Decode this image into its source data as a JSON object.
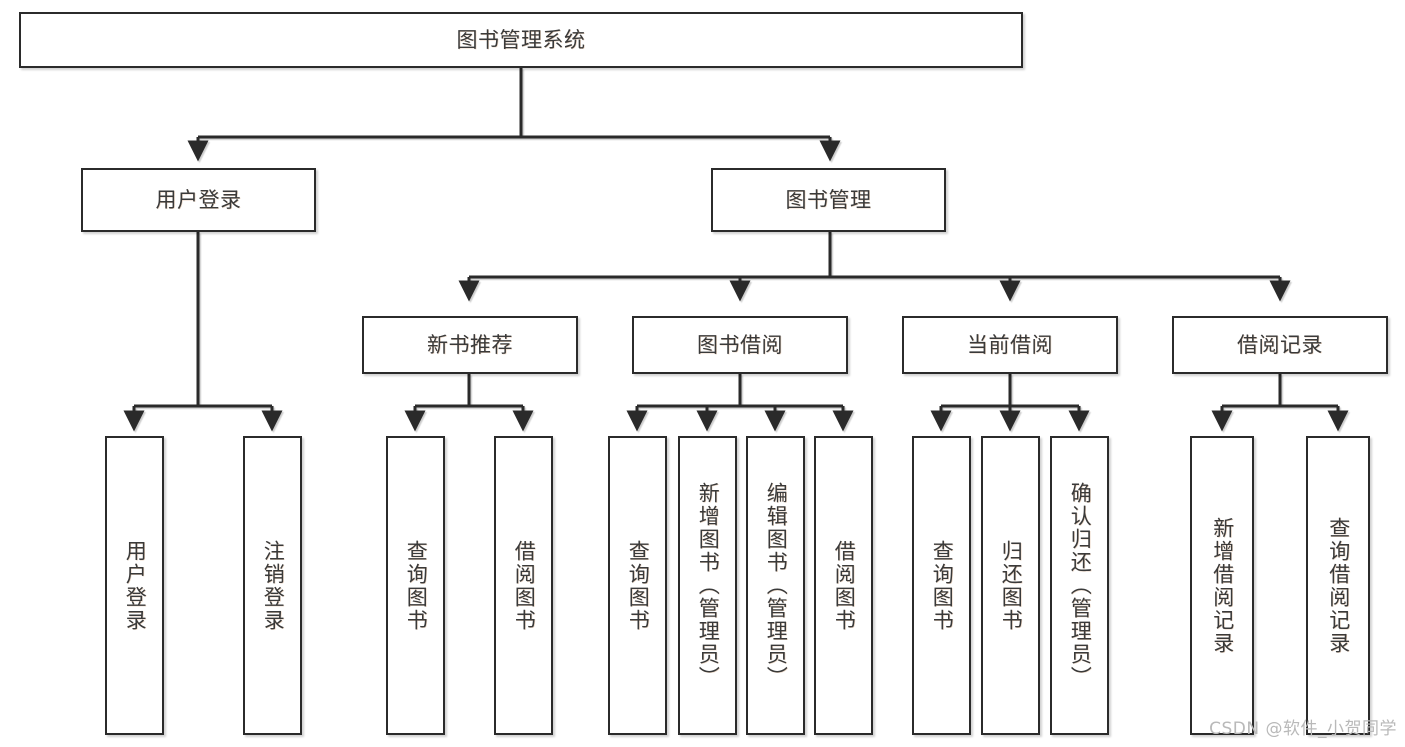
{
  "diagram": {
    "title": "图书管理系统",
    "type": "tree",
    "watermark": "CSDN @软件_小贺同学",
    "colors": {
      "node_border": "#2b2b2b",
      "node_fill": "#ffffff",
      "edge": "#2b2b2b",
      "text": "#3a3a3a",
      "watermark": "#b9b9b9",
      "background": "#ffffff"
    }
  },
  "nodes": {
    "root": {
      "label": "图书管理系统",
      "level": 1
    },
    "l2": [
      {
        "id": "user-login",
        "label": "用户登录",
        "level": 2
      },
      {
        "id": "book-manage",
        "label": "图书管理",
        "level": 2
      }
    ],
    "l3": [
      {
        "id": "new-book-recommend",
        "label": "新书推荐",
        "level": 3
      },
      {
        "id": "book-borrow",
        "label": "图书借阅",
        "level": 3
      },
      {
        "id": "current-borrow",
        "label": "当前借阅",
        "level": 3
      },
      {
        "id": "borrow-record",
        "label": "借阅记录",
        "level": 3
      }
    ],
    "leaves": {
      "user-login": [
        {
          "id": "leaf-user-login",
          "label": "用户登录"
        },
        {
          "id": "leaf-logout-login",
          "label": "注销登录"
        }
      ],
      "new-book-recommend": [
        {
          "id": "leaf-query-book-1",
          "label": "查询图书"
        },
        {
          "id": "leaf-borrow-book-1",
          "label": "借阅图书"
        }
      ],
      "book-borrow": [
        {
          "id": "leaf-query-book-2",
          "label": "查询图书"
        },
        {
          "id": "leaf-add-book",
          "label": "新增图书（管理员）"
        },
        {
          "id": "leaf-edit-book",
          "label": "编辑图书（管理员）"
        },
        {
          "id": "leaf-borrow-book-2",
          "label": "借阅图书"
        }
      ],
      "current-borrow": [
        {
          "id": "leaf-query-book-3",
          "label": "查询图书"
        },
        {
          "id": "leaf-return-book",
          "label": "归还图书"
        },
        {
          "id": "leaf-confirm-return",
          "label": "确认归还（管理员）"
        }
      ],
      "borrow-record": [
        {
          "id": "leaf-add-record",
          "label": "新增借阅记录"
        },
        {
          "id": "leaf-query-record",
          "label": "查询借阅记录"
        }
      ]
    }
  }
}
